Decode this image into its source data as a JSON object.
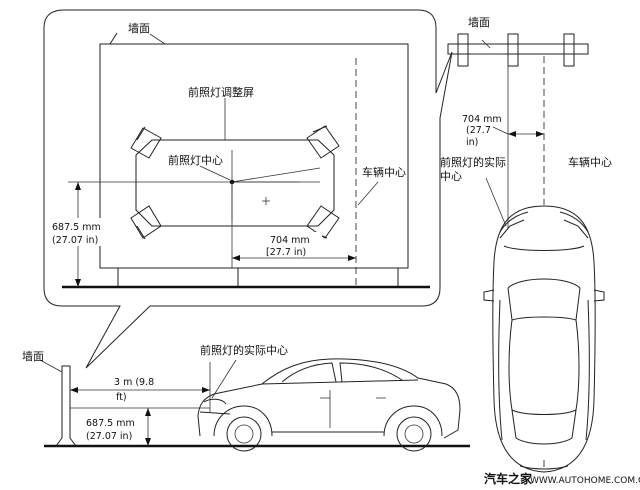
{
  "labels": {
    "wall_top": "墙面",
    "screen": "前照灯调整屏",
    "headlamp_center": "前照灯中心",
    "vehicle_center_callout": "车辆中心",
    "wall_right": "墙面",
    "actual_center_right_line1": "前照灯的实际",
    "actual_center_right_line2": "中心",
    "vehicle_center_right": "车辆中心",
    "wall_bottom": "墙面",
    "actual_center_bottom": "前照灯的实际中心"
  },
  "dimensions": {
    "height_callout_mm": "687.5 mm",
    "height_callout_in": "(27.07 in)",
    "offset_callout_mm": "704 mm",
    "offset_callout_in": "[27.7 in)",
    "offset_right_mm": "704 mm",
    "offset_right_in_1": "(27.7",
    "offset_right_in_2": "in)",
    "distance_m": "3 m (9.8",
    "distance_ft": "ft)",
    "height_bottom_mm": "687.5 mm",
    "height_bottom_in": "(27.07 in)"
  },
  "watermark": {
    "brand": "汽车之家",
    "url": "WWW.AUTOHOME.COM.CN"
  },
  "colors": {
    "line": "#222222",
    "background": "#ffffff",
    "watermark": "#555555"
  }
}
